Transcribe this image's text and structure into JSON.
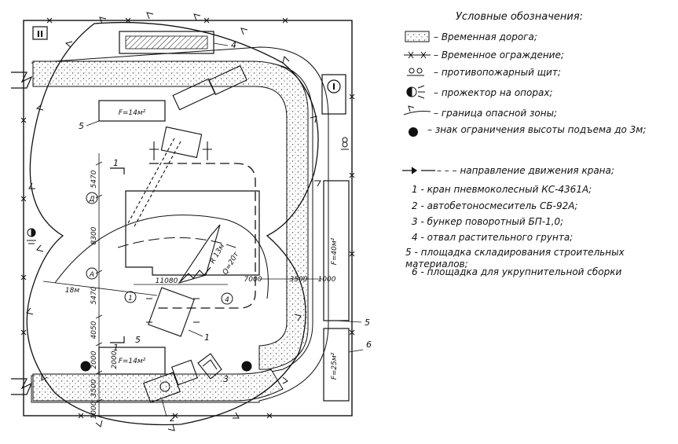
{
  "diagram": {
    "gate_labels": [
      "II",
      "I"
    ],
    "callouts": [
      "1",
      "2",
      "3",
      "4",
      "5",
      "5",
      "6"
    ],
    "axis_labels": [
      "Д",
      "А",
      "1",
      "4"
    ],
    "section_mark": "1",
    "platform_labels": [
      "F=14м²",
      "F=14м²",
      "F=40м²",
      "F=25м²"
    ],
    "crane_radius_labels": [
      "R 13м",
      "Q=20т"
    ],
    "dimensions_left": [
      "5470",
      "8300",
      "5470",
      "4050",
      "2000",
      "3500",
      "1000",
      "2000"
    ],
    "dimensions_other": [
      "11080",
      "7000",
      "3500",
      "1000",
      "18м"
    ]
  },
  "legend": {
    "title": "Условные обозначения:",
    "items": [
      "– Временная дорога;",
      "– Временное ограждение;",
      "– противопожарный щит;",
      "– прожектор на опорах;",
      "– граница опасной зоны;",
      "– знак ограничения высоты подъема до 3м;",
      "– – – направление движения крана;",
      "1 - кран пневмоколесный КС-4361А;",
      "2 - автобетоносмеситель СБ-92А;",
      "3 - бункер поворотный БП-1,0;",
      "4 - отвал растительного грунта;",
      "5 - площадка складирования строительных материалов;",
      "6 - площадка для укрупнительной сборки"
    ]
  }
}
